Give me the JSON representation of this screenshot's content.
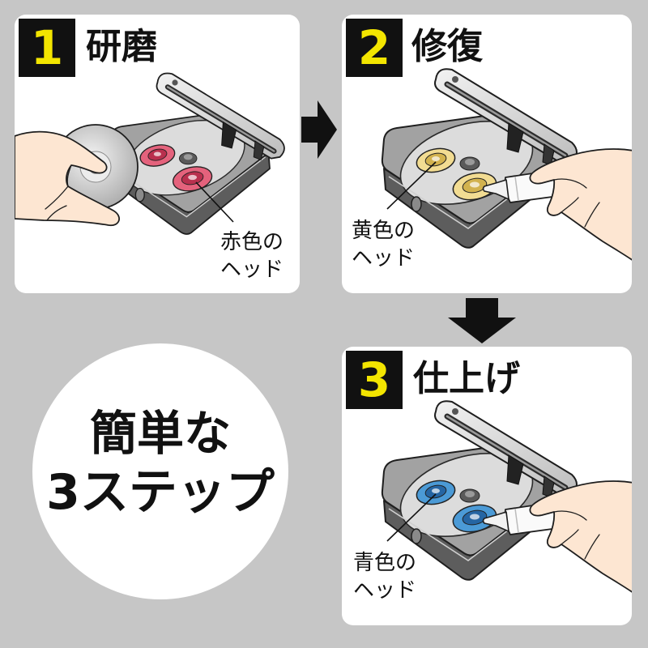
{
  "steps": [
    {
      "number": "1",
      "title": "研磨",
      "head_label": [
        "赤色の",
        "ヘッド"
      ],
      "head_color": "#e4627c",
      "head_inner_color": "#b9304e"
    },
    {
      "number": "2",
      "title": "修復",
      "head_label": [
        "黄色の",
        "ヘッド"
      ],
      "head_color": "#f2dc92",
      "head_inner_color": "#d2b24e"
    },
    {
      "number": "3",
      "title": "仕上げ",
      "head_label": [
        "青色の",
        "ヘッド"
      ],
      "head_color": "#4b9ad6",
      "head_inner_color": "#2565a3"
    }
  ],
  "summary": {
    "line1": "簡単な",
    "line2": "3ステップ"
  },
  "arrows": {
    "step1_to_step2": "arrow-right-icon",
    "step2_to_step3": "arrow-down-icon"
  },
  "colors": {
    "background": "#c6c6c6",
    "panel": "#ffffff",
    "number_box": "#111111",
    "number_text": "#f3e500",
    "skin": "#fde6d2"
  }
}
